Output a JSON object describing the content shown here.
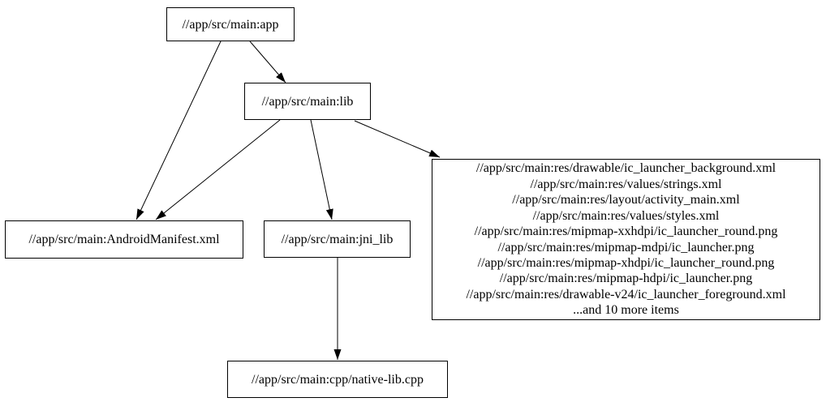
{
  "diagram": {
    "type": "dependency-graph",
    "nodes": {
      "app": {
        "label": "//app/src/main:app"
      },
      "lib": {
        "label": "//app/src/main:lib"
      },
      "manifest": {
        "label": "//app/src/main:AndroidManifest.xml"
      },
      "jni_lib": {
        "label": "//app/src/main:jni_lib"
      },
      "resources": {
        "lines": [
          "//app/src/main:res/drawable/ic_launcher_background.xml",
          "//app/src/main:res/values/strings.xml",
          "//app/src/main:res/layout/activity_main.xml",
          "//app/src/main:res/values/styles.xml",
          "//app/src/main:res/mipmap-xxhdpi/ic_launcher_round.png",
          "//app/src/main:res/mipmap-mdpi/ic_launcher.png",
          "//app/src/main:res/mipmap-xhdpi/ic_launcher_round.png",
          "//app/src/main:res/mipmap-hdpi/ic_launcher.png",
          "//app/src/main:res/drawable-v24/ic_launcher_foreground.xml",
          "...and 10 more items"
        ]
      },
      "native_lib": {
        "label": "//app/src/main:cpp/native-lib.cpp"
      }
    },
    "edges": [
      {
        "from": "app",
        "to": "lib"
      },
      {
        "from": "app",
        "to": "manifest"
      },
      {
        "from": "lib",
        "to": "manifest"
      },
      {
        "from": "lib",
        "to": "jni_lib"
      },
      {
        "from": "lib",
        "to": "resources"
      },
      {
        "from": "jni_lib",
        "to": "native_lib"
      }
    ],
    "colors": {
      "background": "#ffffff",
      "node_fill": "#ffffff",
      "node_border": "#000000",
      "edge": "#000000",
      "text": "#000000"
    }
  }
}
